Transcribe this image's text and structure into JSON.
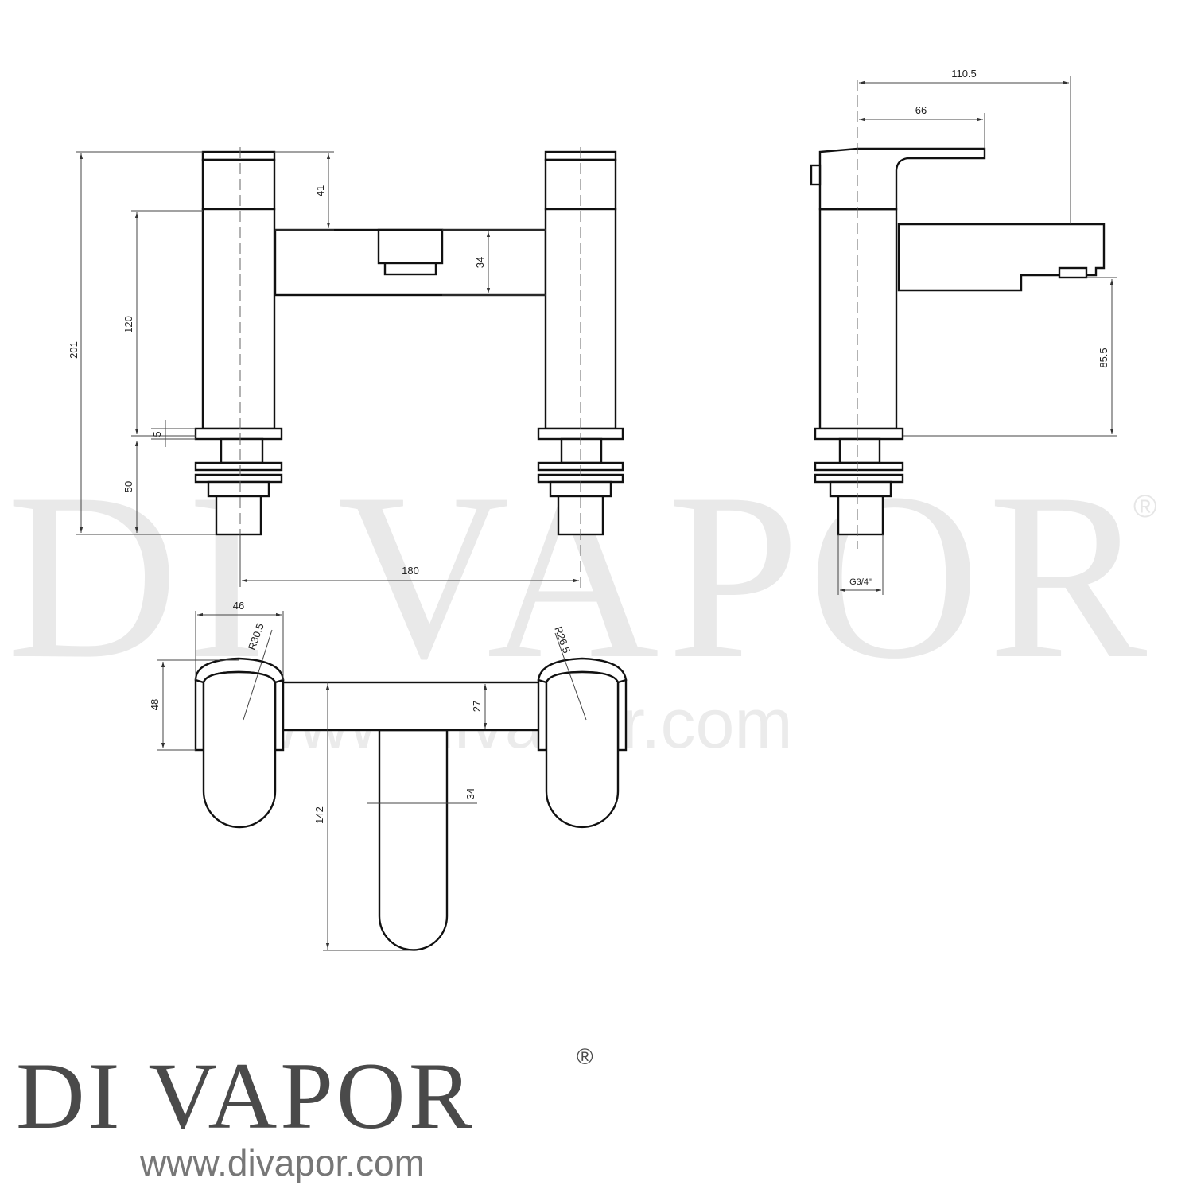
{
  "watermark": {
    "brand": "DI VAPOR",
    "registered": "®",
    "url": "www.divapor.com"
  },
  "logo": {
    "brand": "DI VAPOR",
    "registered": "®",
    "url": "www.divapor.com"
  },
  "front_view": {
    "dim_overall_height": "201",
    "dim_body_height": "120",
    "dim_tail_height": "50",
    "dim_flange": "5",
    "dim_handle_cap": "41",
    "dim_spout_body": "34",
    "dim_centres": "180"
  },
  "side_view": {
    "dim_total_depth": "110.5",
    "dim_lever_reach": "66",
    "dim_spout_clearance": "85.5",
    "dim_thread": "G3/4\""
  },
  "top_view": {
    "dim_handle_width": "46",
    "dim_left_radius": "R30.5",
    "dim_right_radius": "R26.5",
    "dim_handle_depth": "48",
    "dim_body_depth": "27",
    "dim_spout_projection": "142",
    "dim_spout_width": "34"
  }
}
